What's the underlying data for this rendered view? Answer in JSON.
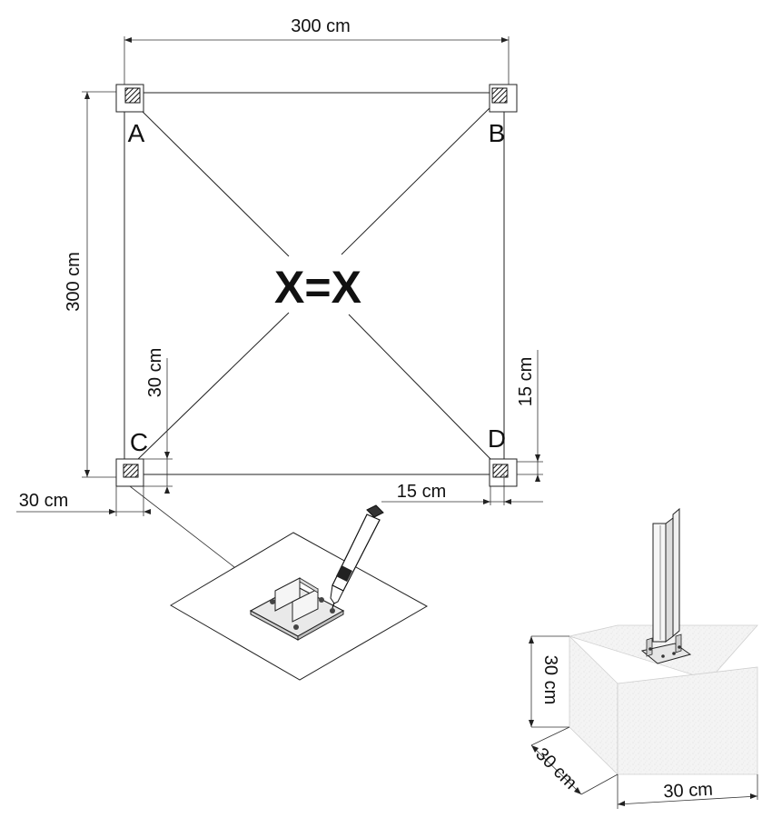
{
  "plan": {
    "top_width": "300 cm",
    "left_height": "300 cm",
    "equation": "X=X",
    "corners": {
      "a": "A",
      "b": "B",
      "c": "C",
      "d": "D"
    },
    "footing_size_c": "30 cm",
    "footing_width_c": "30 cm",
    "offset_d_vertical": "15 cm",
    "offset_d_horizontal": "15 cm"
  },
  "block": {
    "height": "30 cm",
    "depth": "30 cm",
    "width": "30 cm"
  },
  "icons": [
    "hatched-post-marker",
    "marker-pen",
    "post-base-plate",
    "concrete-block",
    "steel-post"
  ]
}
